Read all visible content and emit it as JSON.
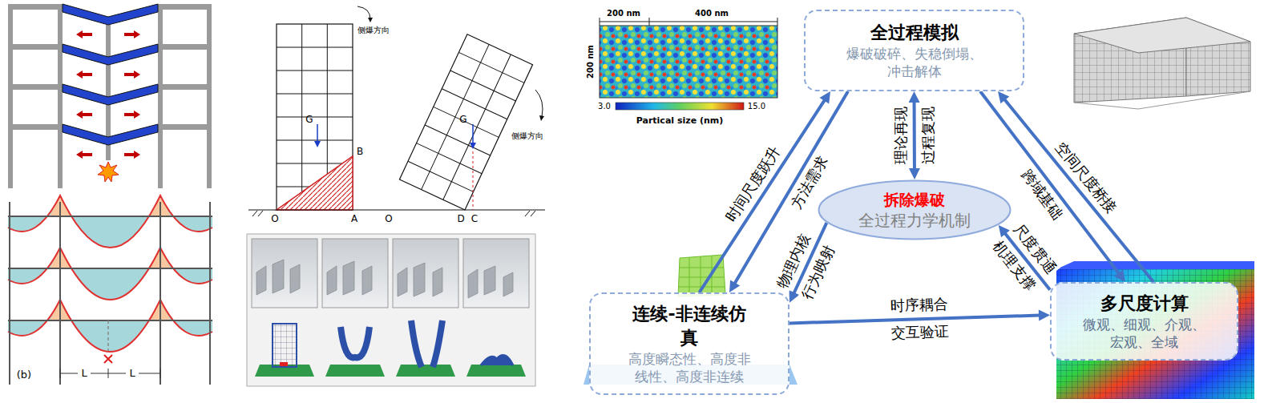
{
  "diagram": {
    "nodes": [
      {
        "text": [
          "全过程模拟",
          "爆破破碎、失稳倒塌、冲击解体"
        ]
      },
      {
        "text": [
          "拆除爆破",
          "全过程力学机制"
        ]
      },
      {
        "text": [
          "连续-非连续仿真",
          "高度瞬态性、高度非线性、高度非连续"
        ]
      },
      {
        "text": [
          "多尺度计算",
          "微观、细观、介观、宏观、全域"
        ]
      }
    ],
    "edges": [
      {
        "from": 2,
        "to": 0,
        "arrow": "to",
        "label": "时间尺度跃升"
      },
      {
        "from": 0,
        "to": 2,
        "arrow": "to",
        "label": "方法需求"
      },
      {
        "from": 1,
        "to": 0,
        "arrow": "both",
        "label": "过程复现"
      },
      {
        "from": 3,
        "to": 0,
        "arrow": "to",
        "label": "空间尺度桥接"
      },
      {
        "from": 0,
        "to": 3,
        "arrow": "to",
        "label": "跨域基础"
      },
      {
        "from": 1,
        "to": 2,
        "arrow": "to",
        "label": "行为映射"
      },
      {
        "from": 3,
        "to": 1,
        "arrow": "to",
        "label": "机理支撑"
      },
      {
        "from": 2,
        "to": 3,
        "arrow": "to",
        "label": "时序耦合"
      }
    ],
    "labels": [
      "(b)",
      "L",
      "L",
      "侧爆方向",
      "侧爆方向",
      "G",
      "B",
      "O",
      "A",
      "G",
      "O",
      "D",
      "C",
      "200 nm",
      "400 nm",
      "200 nm",
      "3.0",
      "15.0",
      "Partical size (nm)",
      "理论再现",
      "物理内核",
      "尺度贯通",
      "交互验证"
    ]
  }
}
